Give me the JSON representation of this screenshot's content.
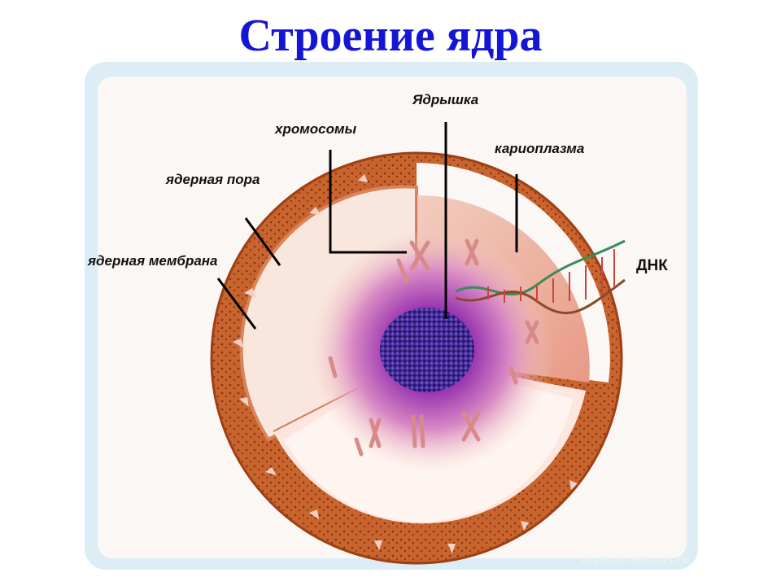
{
  "title": "Строение ядра",
  "labels": {
    "nucleolus": "Ядрышка",
    "chromosomes": "хромосомы",
    "karyoplasm": "кариоплазма",
    "nuclear_pore": "ядерная пора",
    "nuclear_membrane": "ядерная мембрана",
    "dna": "ДНК"
  },
  "watermark": "distant-lessons.ru",
  "colors": {
    "title": "#1515d6",
    "frame": "#dcedf5",
    "membrane": "#c8642e",
    "membrane_dark": "#9e3f14",
    "karyoplasm": "#f6c6b6",
    "nucleolus": "#3a1a8a",
    "halo": "#a83cb6",
    "label_text": "#111111",
    "leader_line": "#000000"
  }
}
